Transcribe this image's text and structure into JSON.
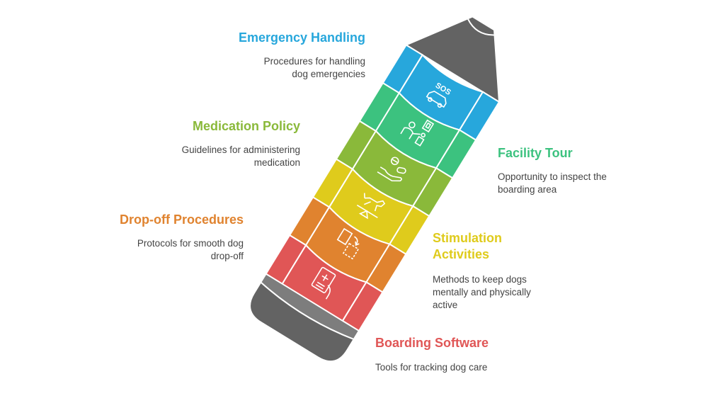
{
  "colors": {
    "red": "#e05656",
    "orange": "#e0832f",
    "yellow": "#dfcb1c",
    "green": "#8ab93a",
    "teal": "#3cc27f",
    "blue": "#27a7dc",
    "gray": "#636363",
    "light_gray": "#7d7d7d"
  },
  "items": {
    "emergency": {
      "title": "Emergency Handling",
      "desc": "Procedures for handling dog emergencies",
      "color": "#27a7dc",
      "icon": "sos-car-icon"
    },
    "medication": {
      "title": "Medication Policy",
      "desc": "Guidelines for administering medication",
      "color": "#8ab93a",
      "icon": "pills-hand-icon"
    },
    "dropoff": {
      "title": "Drop-off Procedures",
      "desc": "Protocols for smooth dog drop-off",
      "color": "#e0832f",
      "icon": "transfer-icon"
    },
    "facility": {
      "title": "Facility Tour",
      "desc": "Opportunity to inspect the boarding area",
      "color": "#3cc27f",
      "icon": "person-presentation-icon"
    },
    "stimulation": {
      "title": "Stimulation Activities",
      "desc": "Methods to keep dogs mentally and physically active",
      "color": "#dfcb1c",
      "icon": "dog-agility-icon"
    },
    "boarding": {
      "title": "Boarding Software",
      "desc": "Tools for tracking dog care",
      "color": "#e05656",
      "icon": "medical-tablet-icon"
    }
  },
  "icon_text": {
    "sos": "SOS"
  }
}
